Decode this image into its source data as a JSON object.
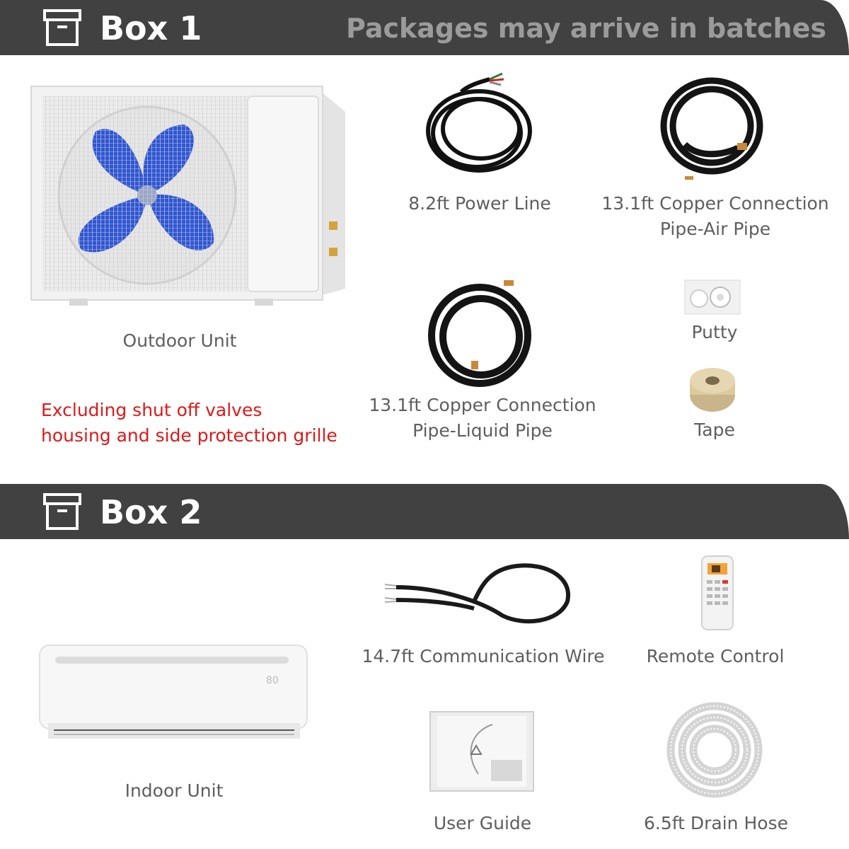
{
  "box1": {
    "title": "Box 1",
    "note": "Packages may arrive in batches",
    "items": {
      "outdoor_unit": "Outdoor Unit",
      "power_line": "8.2ft Power Line",
      "air_pipe_line1": "13.1ft Copper Connection",
      "air_pipe_line2": "Pipe-Air Pipe",
      "liquid_pipe_line1": "13.1ft Copper Connection",
      "liquid_pipe_line2": "Pipe-Liquid Pipe",
      "putty": "Putty",
      "tape": "Tape"
    },
    "exclusion_line1": "Excluding shut off valves",
    "exclusion_line2": "housing and side protection grille"
  },
  "box2": {
    "title": "Box 2",
    "items": {
      "indoor_unit": "Indoor Unit",
      "communication_wire": "14.7ft Communication Wire",
      "remote_control": "Remote Control",
      "user_guide": "User Guide",
      "drain_hose": "6.5ft Drain Hose"
    }
  },
  "colors": {
    "banner": "#414141",
    "banner_note": "#9b9b9b",
    "caption": "#5e5e5e",
    "warning": "#e01818",
    "fan_blade": "#2f56d6"
  },
  "icons": [
    "package-box-icon"
  ]
}
